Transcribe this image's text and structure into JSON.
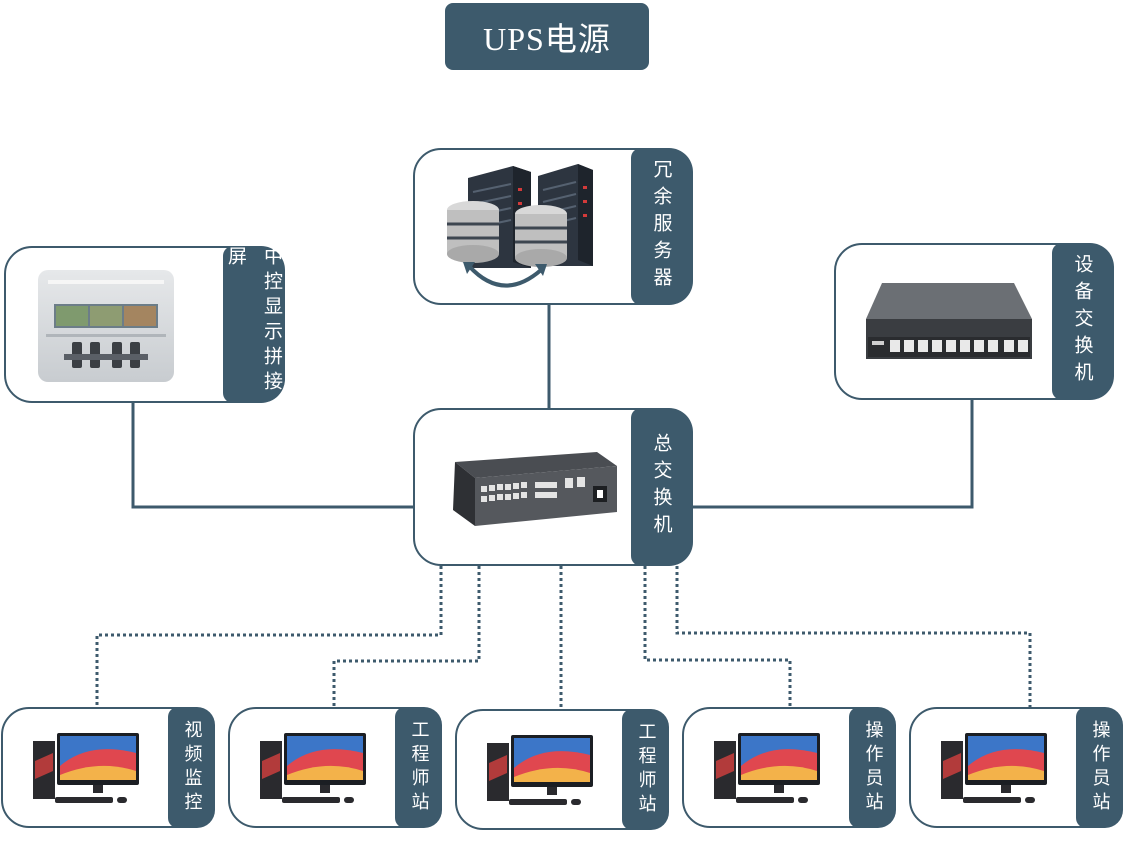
{
  "title": "UPS电源",
  "nodes": {
    "server": "冗余服务器",
    "display": "中控显示拼接屏",
    "device_switch": "设备交换机",
    "core_switch": "总交换机",
    "ws1": "视频监控",
    "ws2": "工程师站",
    "ws3": "工程师站",
    "ws4": "操作员站",
    "ws5": "操作员站"
  },
  "colors": {
    "accent": "#3d5a6c",
    "line": "#3d5a6c"
  }
}
